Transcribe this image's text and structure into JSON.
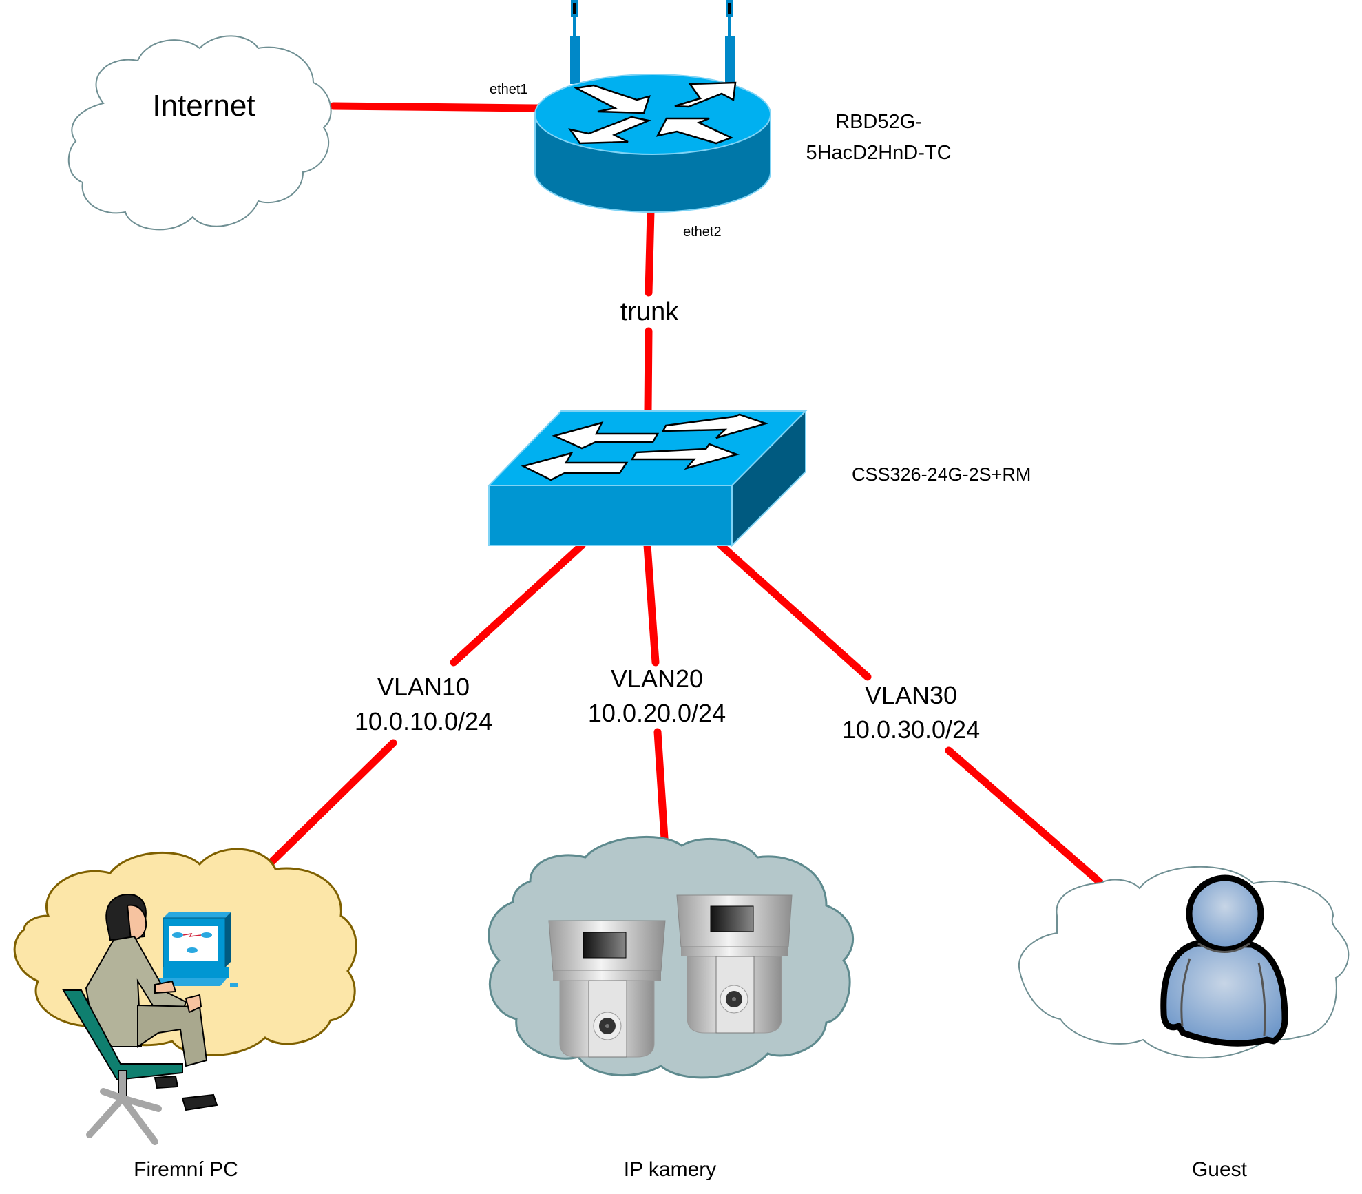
{
  "diagram": {
    "nodes": {
      "internet": {
        "label": "Internet",
        "kind": "cloud"
      },
      "router": {
        "label_line1": "RBD52G-",
        "label_line2": "5HacD2HnD-TC",
        "kind": "wireless-router"
      },
      "switch": {
        "label": "CSS326-24G-2S+RM",
        "kind": "switch"
      },
      "pc": {
        "label": "Firemní PC",
        "kind": "workstation-user"
      },
      "cameras": {
        "label": "IP kamery",
        "kind": "ip-cameras"
      },
      "guest": {
        "label": "Guest",
        "kind": "guest-user"
      }
    },
    "links": {
      "internet_router": {
        "from": "internet",
        "to": "router",
        "port_label": "ethet1"
      },
      "router_switch": {
        "from": "router",
        "to": "switch",
        "port_label": "ethet2",
        "link_label": "trunk"
      },
      "vlan10": {
        "from": "switch",
        "to": "pc",
        "vlan": "VLAN10",
        "subnet": "10.0.10.0/24"
      },
      "vlan20": {
        "from": "switch",
        "to": "cameras",
        "vlan": "VLAN20",
        "subnet": "10.0.20.0/24"
      },
      "vlan30": {
        "from": "switch",
        "to": "guest",
        "vlan": "VLAN30",
        "subnet": "10.0.30.0/24"
      }
    },
    "colors": {
      "link": "#FF0000",
      "device_blue": "#00B0F0",
      "device_blue_dark": "#0077A8",
      "device_side": "#005A80",
      "pc_cloud_fill": "#FCE6A8",
      "pc_cloud_stroke": "#7F6000",
      "camera_cloud_fill": "#B4C7CA",
      "camera_cloud_stroke": "#5E8A8E",
      "plain_cloud_stroke": "#6F8F93"
    }
  }
}
